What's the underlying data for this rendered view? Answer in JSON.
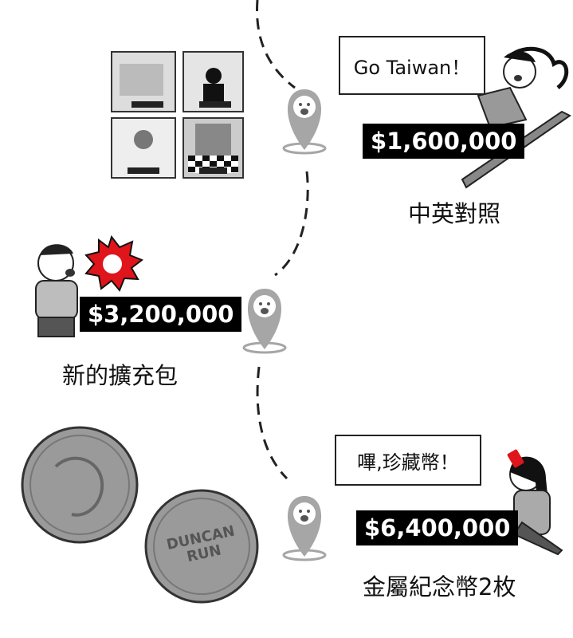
{
  "tiers": [
    {
      "amount": "$1,600,000",
      "reward": "中英對照",
      "speech": "Go Taiwan！"
    },
    {
      "amount": "$3,200,000",
      "reward": "新的擴充包"
    },
    {
      "amount": "$6,400,000",
      "reward": "金屬紀念幣2枚",
      "speech": "嗶,珍藏幣！"
    }
  ],
  "coin_logo": [
    "DUNCAN",
    "RUN"
  ],
  "colors": {
    "ink": "#111111",
    "pin": "#a6a6a6",
    "amount_bg": "#000000",
    "alarm_red": "#e0141b",
    "coin": "#9a9a9a"
  }
}
